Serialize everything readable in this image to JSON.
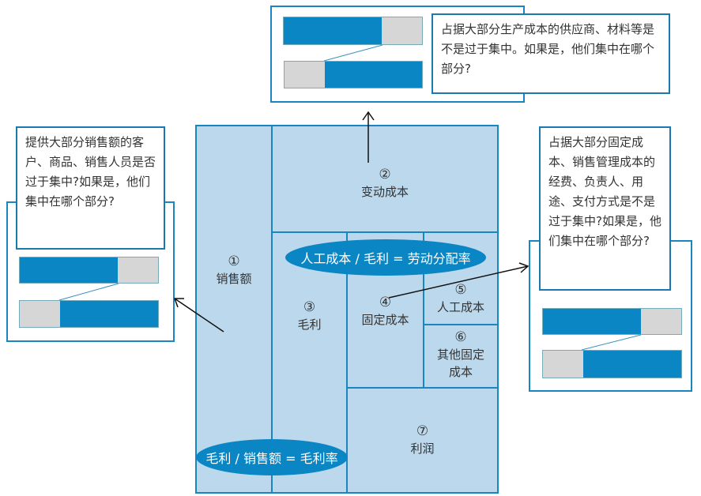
{
  "cells": {
    "sales": {
      "num": "①",
      "label": "销售额"
    },
    "variable_cost": {
      "num": "②",
      "label": "变动成本"
    },
    "gross_profit": {
      "num": "③",
      "label": "毛利"
    },
    "fixed_cost": {
      "num": "④",
      "label": "固定成本"
    },
    "labor_cost": {
      "num": "⑤",
      "label": "人工成本"
    },
    "other_fixed": {
      "num": "⑥",
      "label1": "其他固定",
      "label2": "成本"
    },
    "profit": {
      "num": "⑦",
      "label": "利润"
    }
  },
  "formulas": {
    "labor_share": "人工成本 / 毛利 = 劳动分配率",
    "gross_margin": "毛利 / 销售额 = 毛利率"
  },
  "callouts": {
    "top": "占据大部分生产成本的供应商、材料等是不是过于集中。如果是，他们集中在哪个部分?",
    "left": "提供大部分销售额的客户、商品、销售人员是否过于集中?如果是，他们集中在哪个部分?",
    "right": "占据大部分固定成本、销售管理成本的经费、负责人、用途、支付方式是不是过于集中?如果是，他们集中在哪个部分?"
  },
  "colors": {
    "accent": "#0a86c4",
    "cell": "#bcd8ec",
    "gray": "#d6d6d6"
  }
}
